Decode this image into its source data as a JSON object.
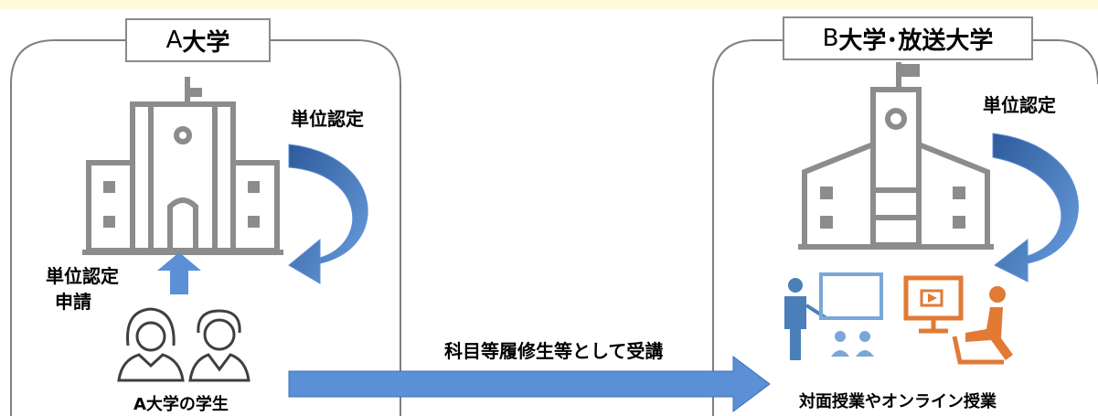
{
  "university_a": {
    "title_prefix": "A",
    "title_suffix": "大学",
    "credit_recognition": "単位認定",
    "application_line1": "単位認定",
    "application_line2": "申請",
    "students_caption": "A大学の学生"
  },
  "university_b": {
    "title_prefix": "B",
    "title_suffix": "大学･放送大学",
    "credit_recognition": "単位認定",
    "classes_caption": "対面授業やオンライン授業"
  },
  "transfer_arrow": {
    "label": "科目等履修生等として受講"
  },
  "colors": {
    "arrow_blue": "#5b8fd6",
    "arrow_dark": "#2e5a9a",
    "building_gray": "#8c8c8c",
    "frame_gray": "#7f7f7f",
    "teacher_blue": "#4a7fb9",
    "online_orange": "#e07a35",
    "title_bg": "#fffbd9"
  }
}
